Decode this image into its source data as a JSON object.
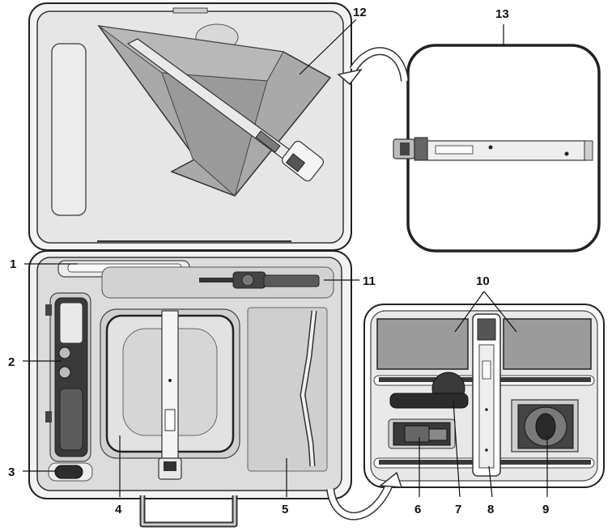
{
  "figure": {
    "callouts": [
      {
        "id": "1",
        "label": "1"
      },
      {
        "id": "2",
        "label": "2"
      },
      {
        "id": "3",
        "label": "3"
      },
      {
        "id": "4",
        "label": "4"
      },
      {
        "id": "5",
        "label": "5"
      },
      {
        "id": "6",
        "label": "6"
      },
      {
        "id": "7",
        "label": "7"
      },
      {
        "id": "8",
        "label": "8"
      },
      {
        "id": "9",
        "label": "9"
      },
      {
        "id": "10",
        "label": "10"
      },
      {
        "id": "11",
        "label": "11"
      },
      {
        "id": "12",
        "label": "12"
      },
      {
        "id": "13",
        "label": "13"
      }
    ]
  },
  "colors": {
    "outline": "#222222",
    "case_shell": "#f2f2f2",
    "foam": "#dcdcdc",
    "foam_dark": "#bdbdbd",
    "part_gray": "#8c8c8c",
    "part_dark": "#2a2a2a"
  }
}
